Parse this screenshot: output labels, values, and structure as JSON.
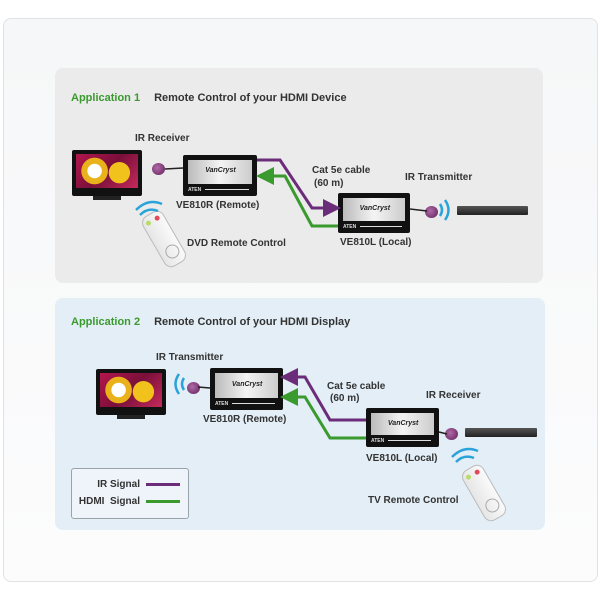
{
  "app1": {
    "label": "Application 1",
    "title": "Remote Control of your HDMI Device",
    "ir_receiver": "IR Receiver",
    "remote_unit": "VE810R (Remote)",
    "cable": "Cat 5e cable",
    "cable_length": "(60 m)",
    "ir_transmitter": "IR Transmitter",
    "local_unit": "VE810L (Local)",
    "remote_control": "DVD Remote Control"
  },
  "app2": {
    "label": "Application 2",
    "title": "Remote Control of your HDMI Display",
    "ir_transmitter": "IR Transmitter",
    "remote_unit": "VE810R (Remote)",
    "cable": "Cat 5e cable",
    "cable_length": "(60 m)",
    "ir_receiver": "IR Receiver",
    "local_unit": "VE810L (Local)",
    "remote_control": "TV Remote Control"
  },
  "device": {
    "logo": "VanCryst",
    "brand": "ATEN"
  },
  "legend": {
    "ir": "IR Signal",
    "hdmi": "HDMI  Signal"
  },
  "colors": {
    "ir": "#6b2d7a",
    "hdmi": "#3a9a2e"
  }
}
